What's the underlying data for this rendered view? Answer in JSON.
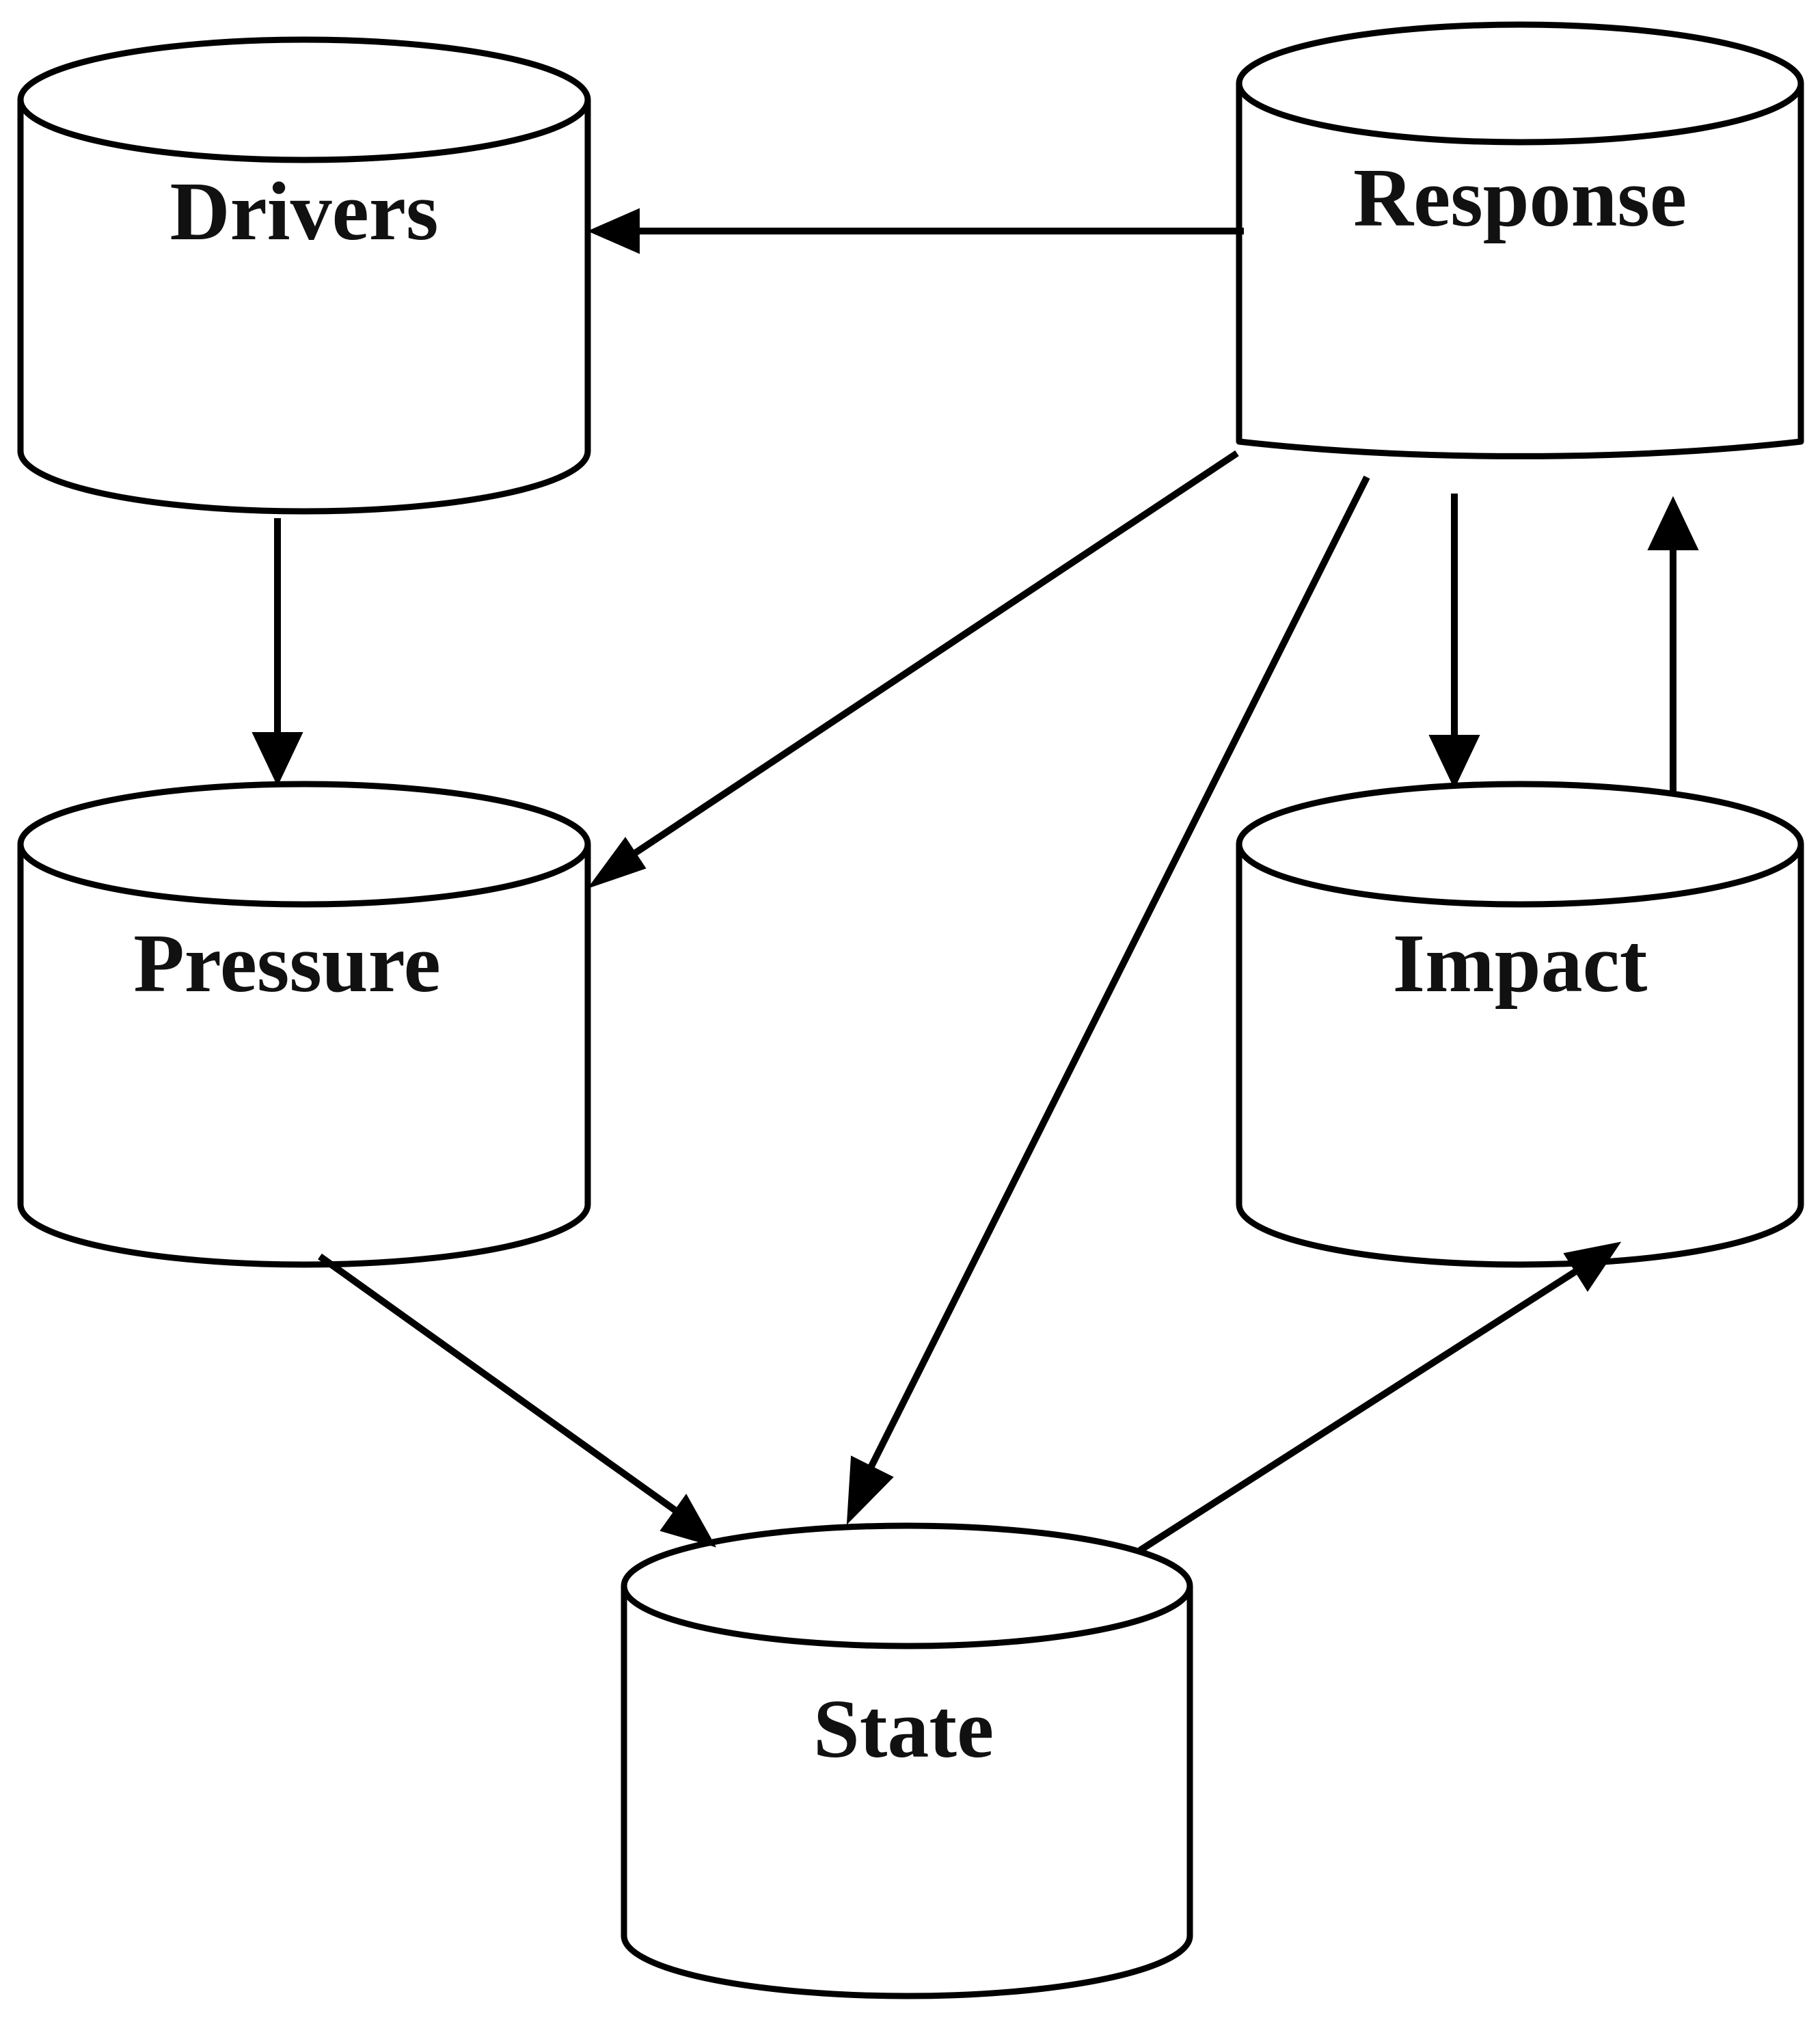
{
  "diagram": {
    "type": "flow",
    "nodes": [
      {
        "id": "drivers",
        "label": "Drivers",
        "shape": "cylinder"
      },
      {
        "id": "response",
        "label": "Response",
        "shape": "cylinder"
      },
      {
        "id": "pressure",
        "label": "Pressure",
        "shape": "cylinder"
      },
      {
        "id": "impact",
        "label": "Impact",
        "shape": "cylinder"
      },
      {
        "id": "state",
        "label": "State",
        "shape": "cylinder"
      }
    ],
    "edges": [
      {
        "from": "response",
        "to": "drivers"
      },
      {
        "from": "drivers",
        "to": "pressure"
      },
      {
        "from": "response",
        "to": "pressure"
      },
      {
        "from": "response",
        "to": "state"
      },
      {
        "from": "response",
        "to": "impact"
      },
      {
        "from": "impact",
        "to": "response"
      },
      {
        "from": "pressure",
        "to": "state"
      },
      {
        "from": "state",
        "to": "impact"
      }
    ]
  }
}
